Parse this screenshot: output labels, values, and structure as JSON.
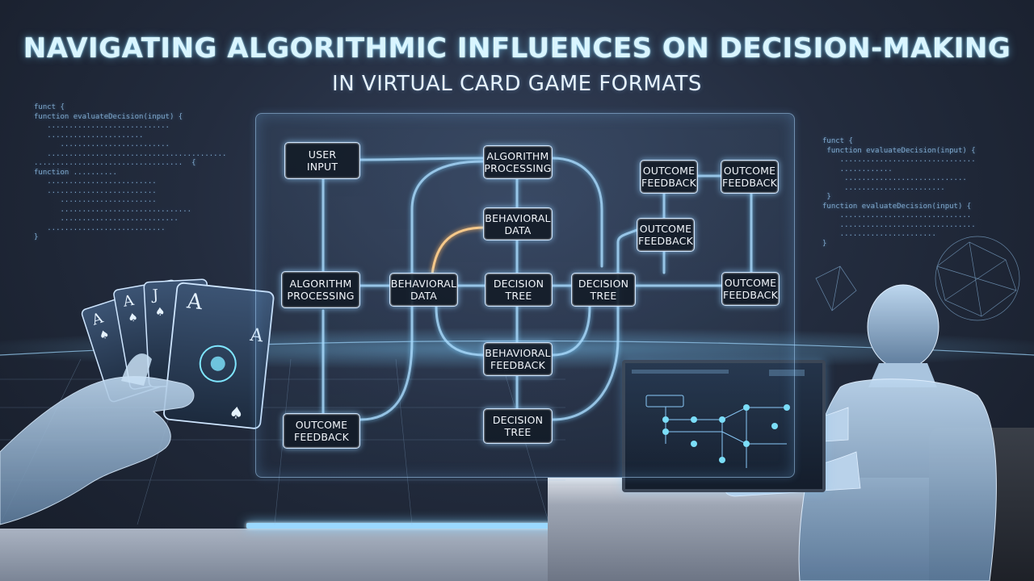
{
  "title": {
    "main": "NAVIGATING ALGORITHMIC INFLUENCES ON DECISION-MAKING",
    "subtitle": "IN VIRTUAL CARD GAME FORMATS"
  },
  "diagram": {
    "nodes": {
      "user_input": [
        "USER",
        "INPUT"
      ],
      "algo_processing_top": [
        "ALGORITHM",
        "PROCESSING"
      ],
      "outcome_feedback_tr1": [
        "OUTCOME",
        "FEEDBACK"
      ],
      "outcome_feedback_tr2": [
        "OUTCOME",
        "FEEDBACK"
      ],
      "behavioral_data_top": [
        "BEHAVIORAL",
        "DATA"
      ],
      "outcome_feedback_mid": [
        "OUTCOME",
        "FEEDBACK"
      ],
      "algo_processing_left": [
        "ALGORITHM",
        "PROCESSING"
      ],
      "behavioral_data_mid": [
        "BEHAVIORAL",
        "DATA"
      ],
      "decision_tree_mid": [
        "DECISION",
        "TREE"
      ],
      "decision_tree_right": [
        "DECISION",
        "TREE"
      ],
      "outcome_feedback_right": [
        "OUTCOME",
        "FEEDBACK"
      ],
      "behavioral_feedback": [
        "BEHAVIORAL",
        "FEEDBACK"
      ],
      "outcome_feedback_bottom": [
        "OUTCOME",
        "FEEDBACK"
      ],
      "decision_tree_bottom": [
        "DECISION",
        "TREE"
      ]
    }
  },
  "colors": {
    "title_glow": "#bff0ff",
    "connector": "#a9dcff",
    "highlight_connector": "#f5c88a",
    "node_fill": "#141c28",
    "node_border": "#cfe6ff"
  },
  "icons": [
    "playing-cards-icon",
    "spade-icon",
    "laptop-icon"
  ]
}
